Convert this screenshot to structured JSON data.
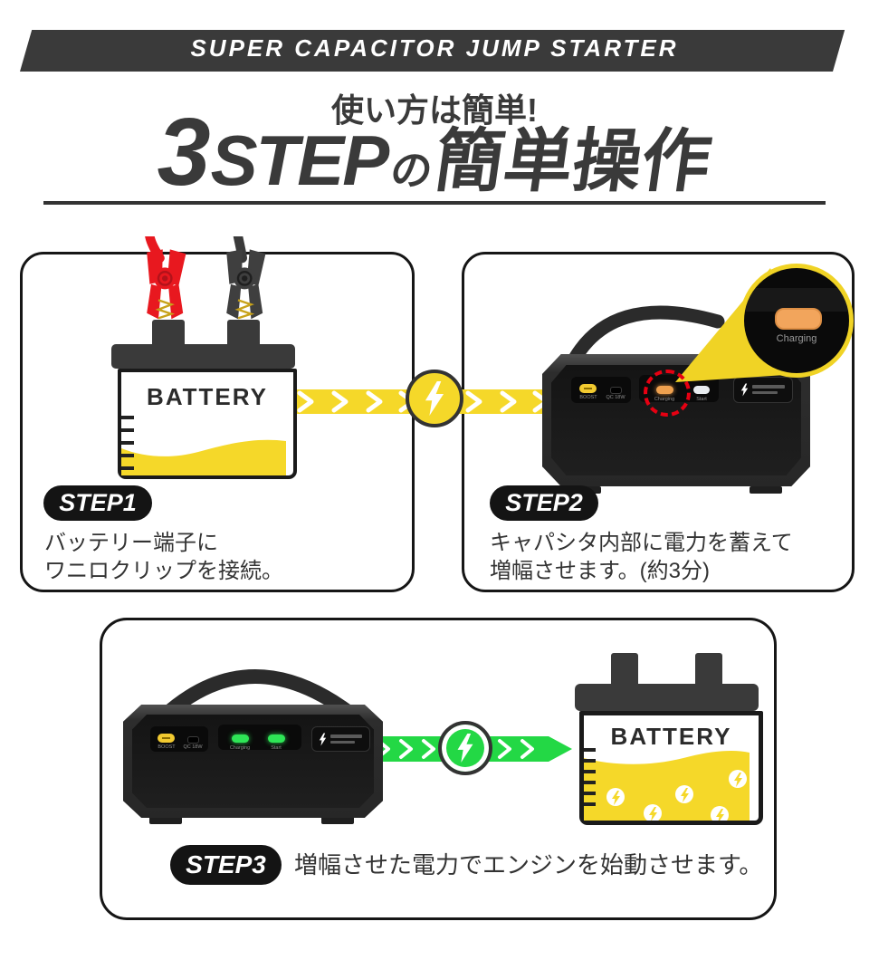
{
  "banner": {
    "title": "SUPER CAPACITOR JUMP STARTER"
  },
  "heading": {
    "subtitle": "使い方は簡単!",
    "big_3": "3",
    "big_step": "STEP",
    "big_no": "の",
    "big_rest": "簡単操作"
  },
  "steps": [
    {
      "badge": "STEP1",
      "line1": "バッテリー端子に",
      "line2": "ワニロクリップを接続。"
    },
    {
      "badge": "STEP2",
      "line1": "キャパシタ内部に電力を蓄えて",
      "line2": "増幅させます。(約3分)"
    },
    {
      "badge": "STEP3",
      "line1": "増幅させた電力でエンジンを始動させます。"
    }
  ],
  "battery": {
    "label": "BATTERY"
  },
  "device": {
    "boost_label": "BOOST",
    "qc_label": "QC 18W",
    "charging_label": "Charging",
    "start_label": "Start"
  },
  "bubble": {
    "label": "Charging"
  },
  "colors": {
    "accent_yellow": "#f5d829",
    "accent_green": "#23d845",
    "clip_red": "#e8181f",
    "dark_gray": "#3a3a3a",
    "led_orange": "#efa14f",
    "led_green": "#2ee556",
    "dashed_red": "#e60012"
  }
}
